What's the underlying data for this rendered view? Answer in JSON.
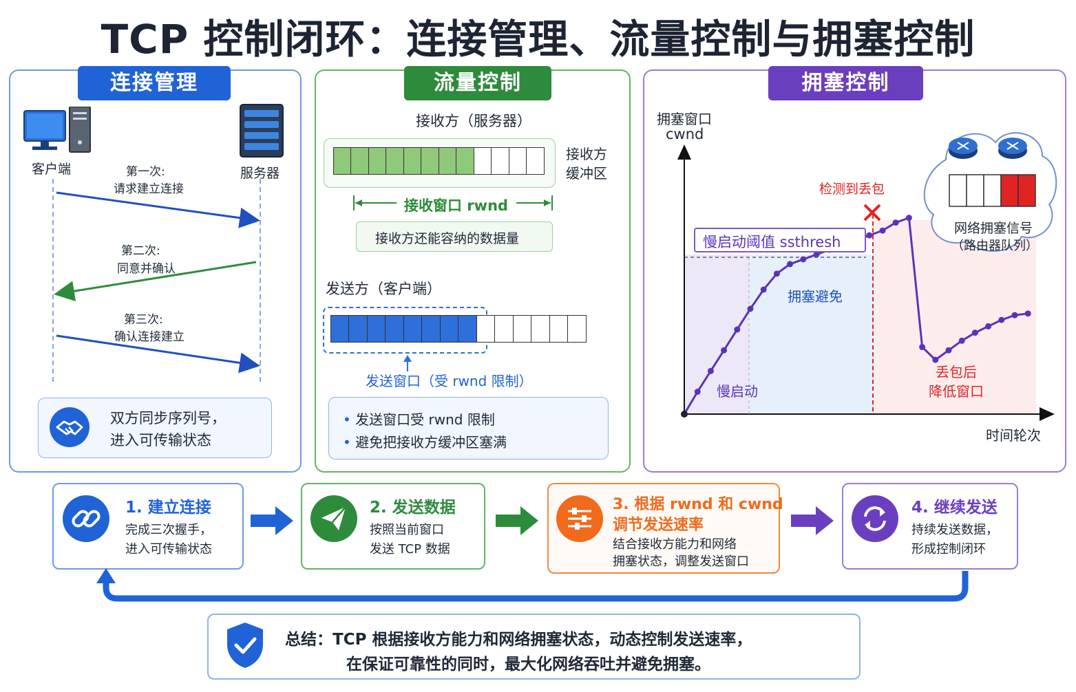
{
  "title": "TCP 控制闭环：连接管理、流量控制与拥塞控制",
  "colors": {
    "blue": "#1f63d6",
    "green": "#2e8b3b",
    "purple": "#6a3fbf",
    "orange": "#f26a1b",
    "red": "#e02424"
  },
  "panel1": {
    "tag": "连接管理",
    "client": "客户端",
    "server": "服务器",
    "step1": [
      "第一次:",
      "请求建立连接"
    ],
    "step2": [
      "第二次:",
      "同意并确认"
    ],
    "step3": [
      "第三次:",
      "确认连接建立"
    ],
    "note": [
      "双方同步序列号，",
      "进入可传输状态"
    ],
    "icons": [
      "computer-icon",
      "server-icon",
      "handshake-icon"
    ]
  },
  "panel2": {
    "tag": "流量控制",
    "receiver_title": "接收方（服务器）",
    "buffer_label": [
      "接收方",
      "缓冲区"
    ],
    "rwnd_label": "接收窗口 rwnd",
    "rwnd_desc": "接收方还能容纳的数据量",
    "sender_title": "发送方（客户端）",
    "send_window_label": "发送窗口（受 rwnd 限制）",
    "bullets": [
      "发送窗口受 rwnd 限制",
      "避免把接收方缓冲区塞满"
    ],
    "receiver_cells_filled": 8,
    "receiver_cells_total": 12,
    "sender_cells_filled": 8,
    "sender_cells_total": 14
  },
  "panel3": {
    "tag": "拥塞控制",
    "ylabel": [
      "拥塞窗口",
      "cwnd"
    ],
    "xlabel": "时间轮次",
    "loss_label": "检测到丢包",
    "ssthresh_label": "慢启动阈值 ssthresh",
    "region_slow": "慢启动",
    "region_avoid": "拥塞避免",
    "region_drop": [
      "丢包后",
      "降低窗口"
    ],
    "cloud_label": [
      "网络拥塞信号",
      "（路由器队列）"
    ],
    "icons": [
      "router-icon",
      "router-icon",
      "loss-x-icon"
    ]
  },
  "chart_data": {
    "type": "line",
    "title": "",
    "xlabel": "时间轮次",
    "ylabel": "拥塞窗口 cwnd",
    "series": [
      {
        "values": [
          [
            0,
            0
          ],
          [
            1,
            0.14
          ],
          [
            2,
            0.27
          ],
          [
            3,
            0.4
          ],
          [
            4,
            0.53
          ],
          [
            5,
            0.66
          ],
          [
            6,
            0.78
          ],
          [
            7,
            0.88
          ],
          [
            8,
            0.94
          ],
          [
            9,
            0.97
          ],
          [
            10,
            1.0
          ],
          [
            11,
            1.03
          ],
          [
            12,
            1.06
          ],
          [
            13,
            1.09
          ],
          [
            14,
            1.12
          ],
          [
            15,
            1.15
          ],
          [
            16,
            1.2
          ],
          [
            17,
            1.23
          ],
          [
            18,
            0.42
          ],
          [
            19,
            0.34
          ],
          [
            20,
            0.4
          ],
          [
            21,
            0.46
          ],
          [
            22,
            0.51
          ],
          [
            23,
            0.55
          ],
          [
            24,
            0.59
          ],
          [
            25,
            0.62
          ],
          [
            26,
            0.63
          ]
        ]
      }
    ],
    "annotations": [
      "慢启动阈值 ssthresh",
      "检测到丢包",
      "慢启动",
      "拥塞避免",
      "丢包后 降低窗口"
    ]
  },
  "flow": [
    {
      "num_title": "1. 建立连接",
      "body": [
        "完成三次握手，",
        "进入可传输状态"
      ],
      "icon": "link-icon"
    },
    {
      "num_title": "2. 发送数据",
      "body": [
        "按照当前窗口",
        "发送 TCP 数据"
      ],
      "icon": "paper-plane-icon"
    },
    {
      "num_title": [
        "3. 根据 rwnd 和 cwnd",
        "调节发送速率"
      ],
      "body": [
        "结合接收方能力和网络",
        "拥塞状态，调整发送窗口"
      ],
      "icon": "sliders-icon"
    },
    {
      "num_title": "4. 继续发送",
      "body": [
        "持续发送数据，",
        "形成控制闭环"
      ],
      "icon": "refresh-icon"
    }
  ],
  "summary": [
    "总结：TCP 根据接收方能力和网络拥塞状态，动态控制发送速率，",
    "在保证可靠性的同时，最大化网络吞吐并避免拥塞。"
  ],
  "summary_icon": "shield-check-icon"
}
